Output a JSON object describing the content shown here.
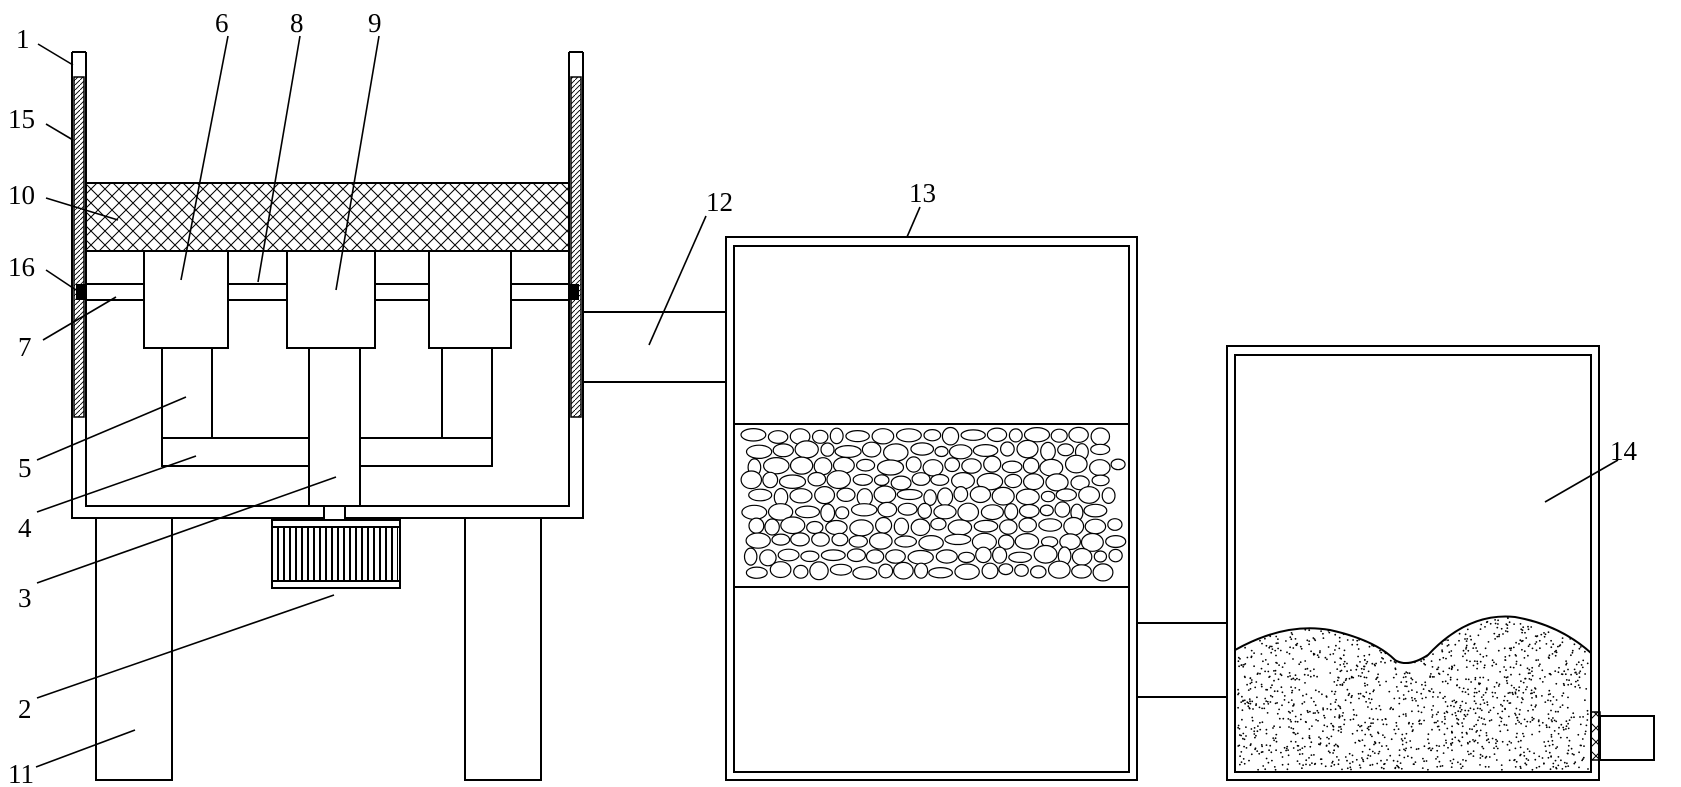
{
  "diagram": {
    "labels": {
      "l1": "1",
      "l15": "15",
      "l10": "10",
      "l16": "16",
      "l7": "7",
      "l5": "5",
      "l4": "4",
      "l3": "3",
      "l2": "2",
      "l11": "11",
      "l6": "6",
      "l8": "8",
      "l9": "9",
      "l12": "12",
      "l13": "13",
      "l14": "14"
    },
    "colors": {
      "ink": "#000000",
      "paper": "#ffffff"
    }
  }
}
